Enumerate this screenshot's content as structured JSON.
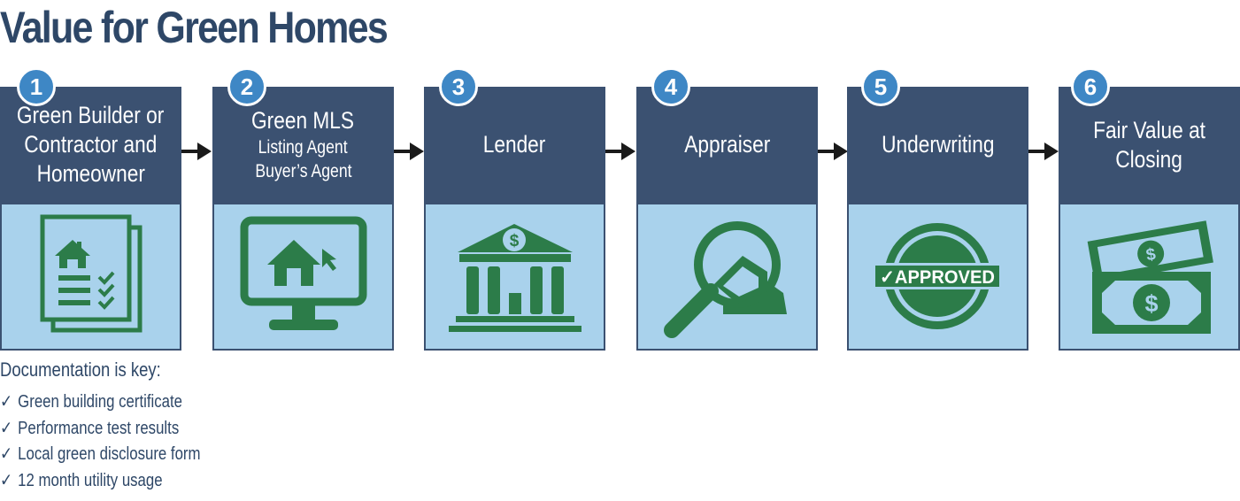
{
  "title": "Value for Green Homes",
  "steps": [
    {
      "number": "1",
      "lines": [
        "Green Builder or",
        "Contractor and",
        "Homeowner"
      ],
      "icon": "document-house-checklist-icon"
    },
    {
      "number": "2",
      "main": "Green MLS",
      "subs": [
        "Listing Agent",
        "Buyer’s Agent"
      ],
      "icon": "monitor-house-cursor-icon"
    },
    {
      "number": "3",
      "main": "Lender",
      "icon": "bank-icon"
    },
    {
      "number": "4",
      "main": "Appraiser",
      "icon": "magnifier-house-icon"
    },
    {
      "number": "5",
      "main": "Underwriting",
      "icon": "approved-stamp-icon",
      "stamp_text": "✓APPROVED"
    },
    {
      "number": "6",
      "lines": [
        "Fair Value at",
        "Closing"
      ],
      "icon": "money-bills-icon"
    }
  ],
  "documentation": {
    "title": "Documentation is key:",
    "items": [
      "Green building certificate",
      "Performance test results",
      "Local green disclosure form",
      "12 month utility usage"
    ]
  },
  "colors": {
    "title": "#2e4767",
    "header_bg": "#3b5171",
    "body_bg": "#a9d2ec",
    "icon_green": "#2c7c49",
    "badge_blue": "#3e87c5"
  }
}
